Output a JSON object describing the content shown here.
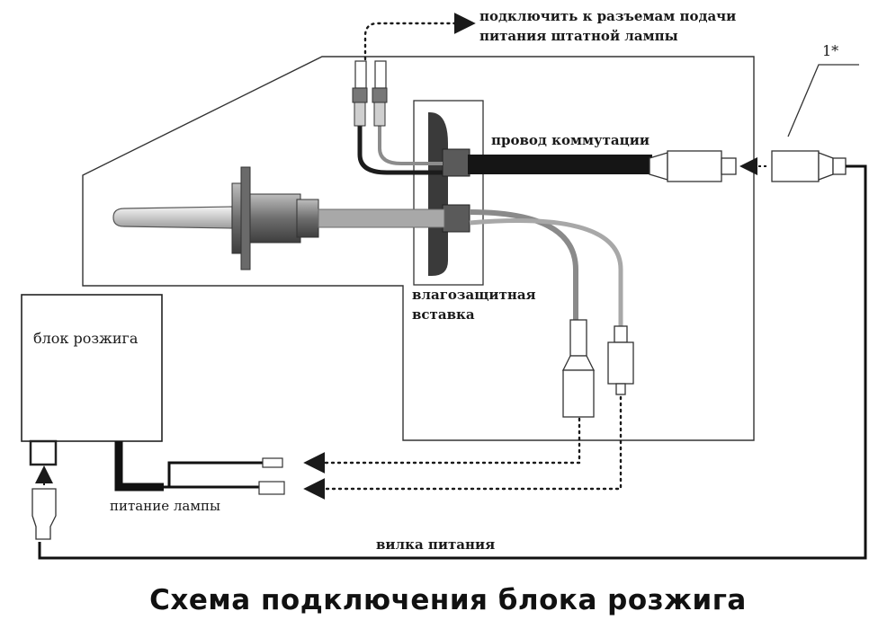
{
  "labels": {
    "connect_line1": "подключить к разъемам подачи",
    "connect_line2": "питания штатной лампы",
    "switch_wire": "провод коммутации",
    "insert_line1": "влагозащитная",
    "insert_line2": "вставка",
    "ignition_unit": "блок розжига",
    "lamp_power": "питание лампы",
    "power_plug": "вилка питания",
    "note_marker": "1*"
  },
  "title": "Схема подключения блока розжига",
  "colors": {
    "wire_dark": "#1a1a1a",
    "wire_grey": "#9a9a9a",
    "housing": "#555555",
    "outline": "#333333"
  }
}
